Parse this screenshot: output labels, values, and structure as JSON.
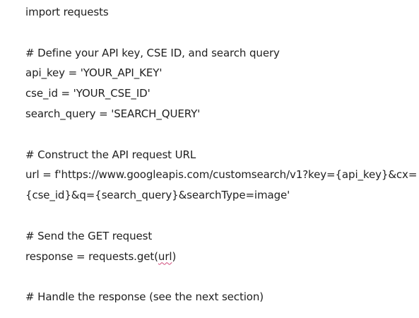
{
  "document": {
    "lines": [
      "import requests",
      "",
      "# Define your API key, CSE ID, and search query",
      "api_key = 'YOUR_API_KEY'",
      "cse_id = 'YOUR_CSE_ID'",
      "search_query = 'SEARCH_QUERY'",
      "",
      "# Construct the API request URL",
      "url = f'https://www.googleapis.com/customsearch/v1?key={api_key}&cx=",
      "{cse_id}&q={search_query}&searchType=image'",
      "",
      "# Send the GET request",
      "",
      "",
      "# Handle the response (see the next section)"
    ],
    "get_line": {
      "prefix": "response = requests.get(",
      "flagged_word": "url",
      "suffix": ")"
    }
  },
  "colors": {
    "text": "#1f1f1f",
    "background": "#ffffff",
    "spellcheck_underline": "#d04a7a"
  }
}
